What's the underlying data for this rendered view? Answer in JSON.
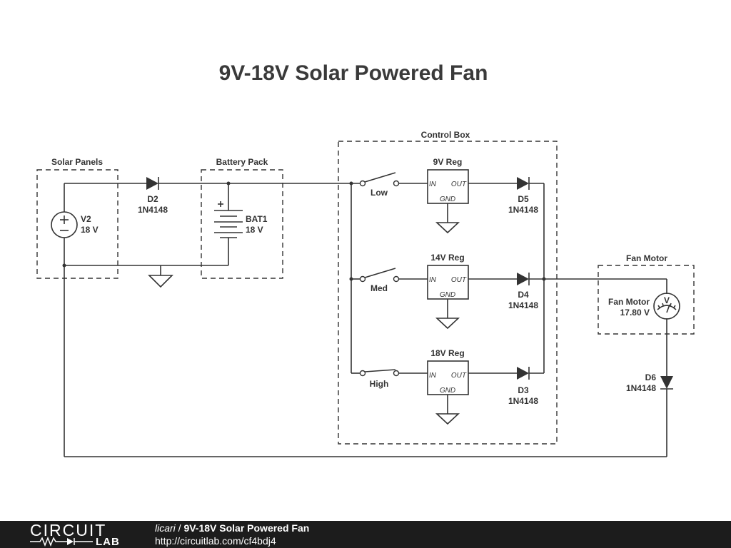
{
  "title": "9V-18V Solar Powered Fan",
  "groups": {
    "solar_panels": "Solar Panels",
    "battery_pack": "Battery Pack",
    "control_box": "Control Box",
    "fan_motor": "Fan Motor"
  },
  "components": {
    "v2": {
      "name": "V2",
      "value": "18 V"
    },
    "d2": {
      "name": "D2",
      "part": "1N4148"
    },
    "bat1": {
      "name": "BAT1",
      "value": "18 V"
    },
    "reg9": {
      "name": "9V Reg",
      "in": "IN",
      "out": "OUT",
      "gnd": "GND"
    },
    "reg14": {
      "name": "14V Reg",
      "in": "IN",
      "out": "OUT",
      "gnd": "GND"
    },
    "reg18": {
      "name": "18V Reg",
      "in": "IN",
      "out": "OUT",
      "gnd": "GND"
    },
    "sw_low": "Low",
    "sw_med": "Med",
    "sw_high": "High",
    "d5": {
      "name": "D5",
      "part": "1N4148"
    },
    "d4": {
      "name": "D4",
      "part": "1N4148"
    },
    "d3": {
      "name": "D3",
      "part": "1N4148"
    },
    "d6": {
      "name": "D6",
      "part": "1N4148"
    },
    "motor": {
      "name": "Fan Motor",
      "value": "17.80 V",
      "meter": "V"
    }
  },
  "footer": {
    "logo_top": "CIRCUIT",
    "logo_bottom": "LAB",
    "author": "licari",
    "separator": " / ",
    "project": "9V-18V Solar Powered Fan",
    "url": "http://circuitlab.com/cf4bdj4"
  }
}
